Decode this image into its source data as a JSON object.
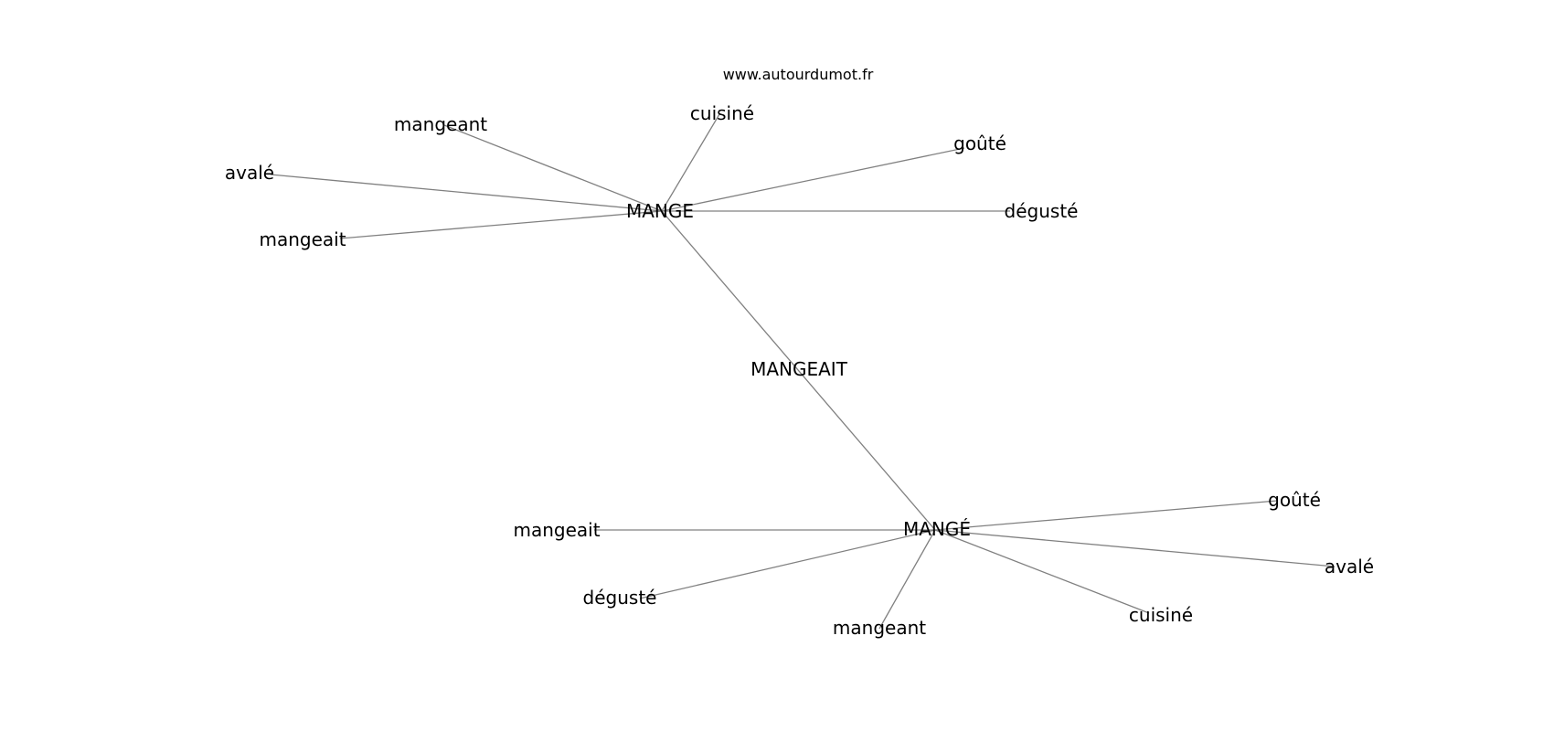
{
  "source_text": "www.autourdumot.fr",
  "edge_color": "#808080",
  "nodes": [
    {
      "id": "center",
      "label": "MANGEAIT"
    },
    {
      "id": "hub1",
      "label": "MANGE"
    },
    {
      "id": "hub2",
      "label": "MANGÉ"
    },
    {
      "id": "h1_mangeant",
      "label": "mangeant"
    },
    {
      "id": "h1_cuisine",
      "label": "cuisiné"
    },
    {
      "id": "h1_goute",
      "label": "goûté"
    },
    {
      "id": "h1_avale",
      "label": "avalé"
    },
    {
      "id": "h1_deguste",
      "label": "dégusté"
    },
    {
      "id": "h1_mangeait",
      "label": "mangeait"
    },
    {
      "id": "h2_goute",
      "label": "goûté"
    },
    {
      "id": "h2_mangeait",
      "label": "mangeait"
    },
    {
      "id": "h2_avale",
      "label": "avalé"
    },
    {
      "id": "h2_deguste",
      "label": "dégusté"
    },
    {
      "id": "h2_cuisine",
      "label": "cuisiné"
    },
    {
      "id": "h2_mangeant",
      "label": "mangeant"
    }
  ],
  "edges": [
    [
      "hub1",
      "hub2"
    ],
    [
      "hub1",
      "h1_mangeant"
    ],
    [
      "hub1",
      "h1_cuisine"
    ],
    [
      "hub1",
      "h1_goute"
    ],
    [
      "hub1",
      "h1_avale"
    ],
    [
      "hub1",
      "h1_deguste"
    ],
    [
      "hub1",
      "h1_mangeait"
    ],
    [
      "hub2",
      "h2_goute"
    ],
    [
      "hub2",
      "h2_mangeait"
    ],
    [
      "hub2",
      "h2_avale"
    ],
    [
      "hub2",
      "h2_deguste"
    ],
    [
      "hub2",
      "h2_cuisine"
    ],
    [
      "hub2",
      "h2_mangeant"
    ]
  ]
}
